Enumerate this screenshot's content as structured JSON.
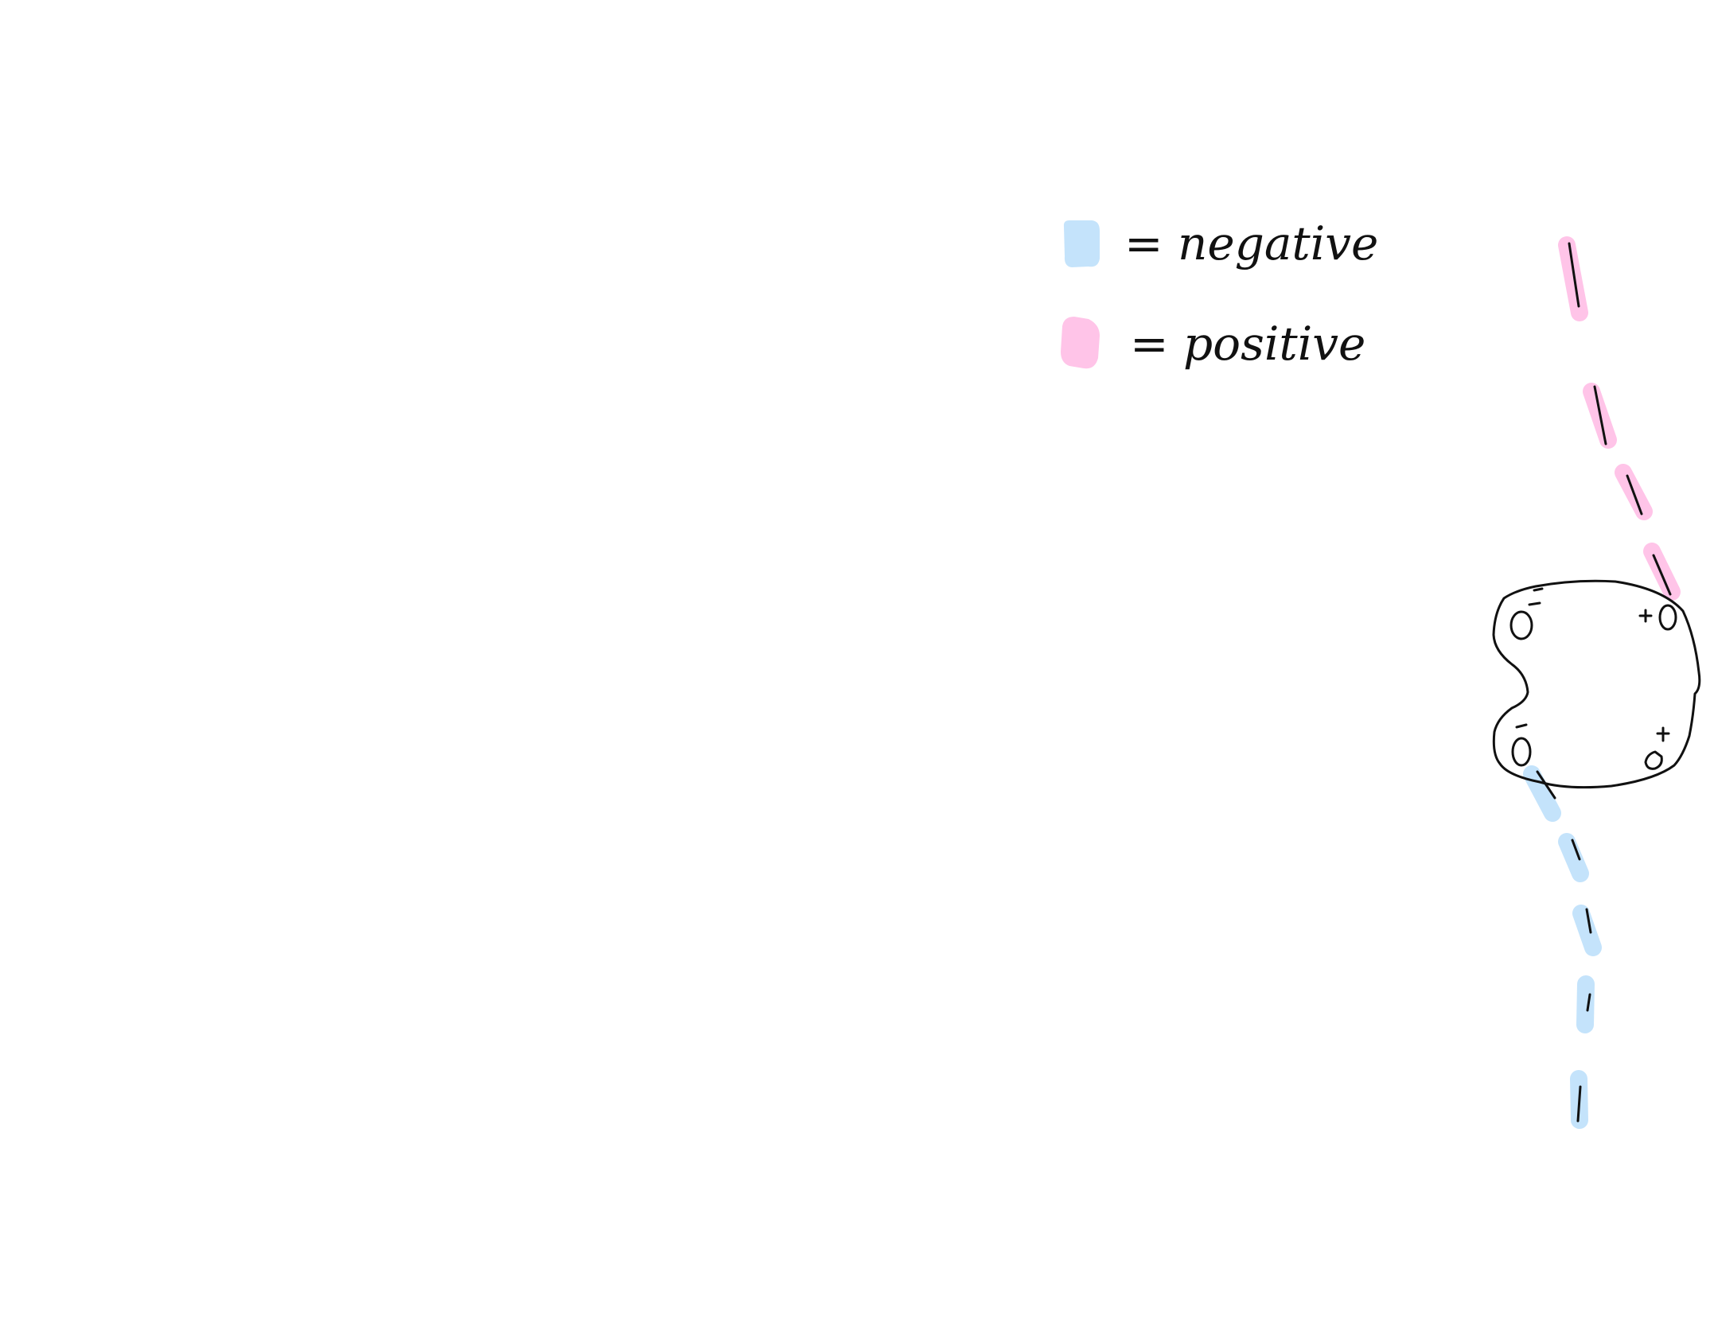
{
  "legend": {
    "negative": {
      "label": "= negative",
      "color": "#c4e3fb"
    },
    "positive": {
      "label": "= positive",
      "color": "#ffc4e8"
    }
  },
  "molecule": {
    "atoms": [
      {
        "symbol": "O",
        "charge": "-"
      },
      {
        "symbol": "O",
        "charge": "+"
      },
      {
        "symbol": "O",
        "charge": "-"
      },
      {
        "symbol": "O",
        "charge": "+"
      }
    ]
  },
  "pathways": {
    "positive": {
      "color": "#ffc4e8",
      "dash_count": 4
    },
    "negative": {
      "color": "#c4e3fb",
      "dash_count": 5
    }
  },
  "ink_color": "#111111"
}
